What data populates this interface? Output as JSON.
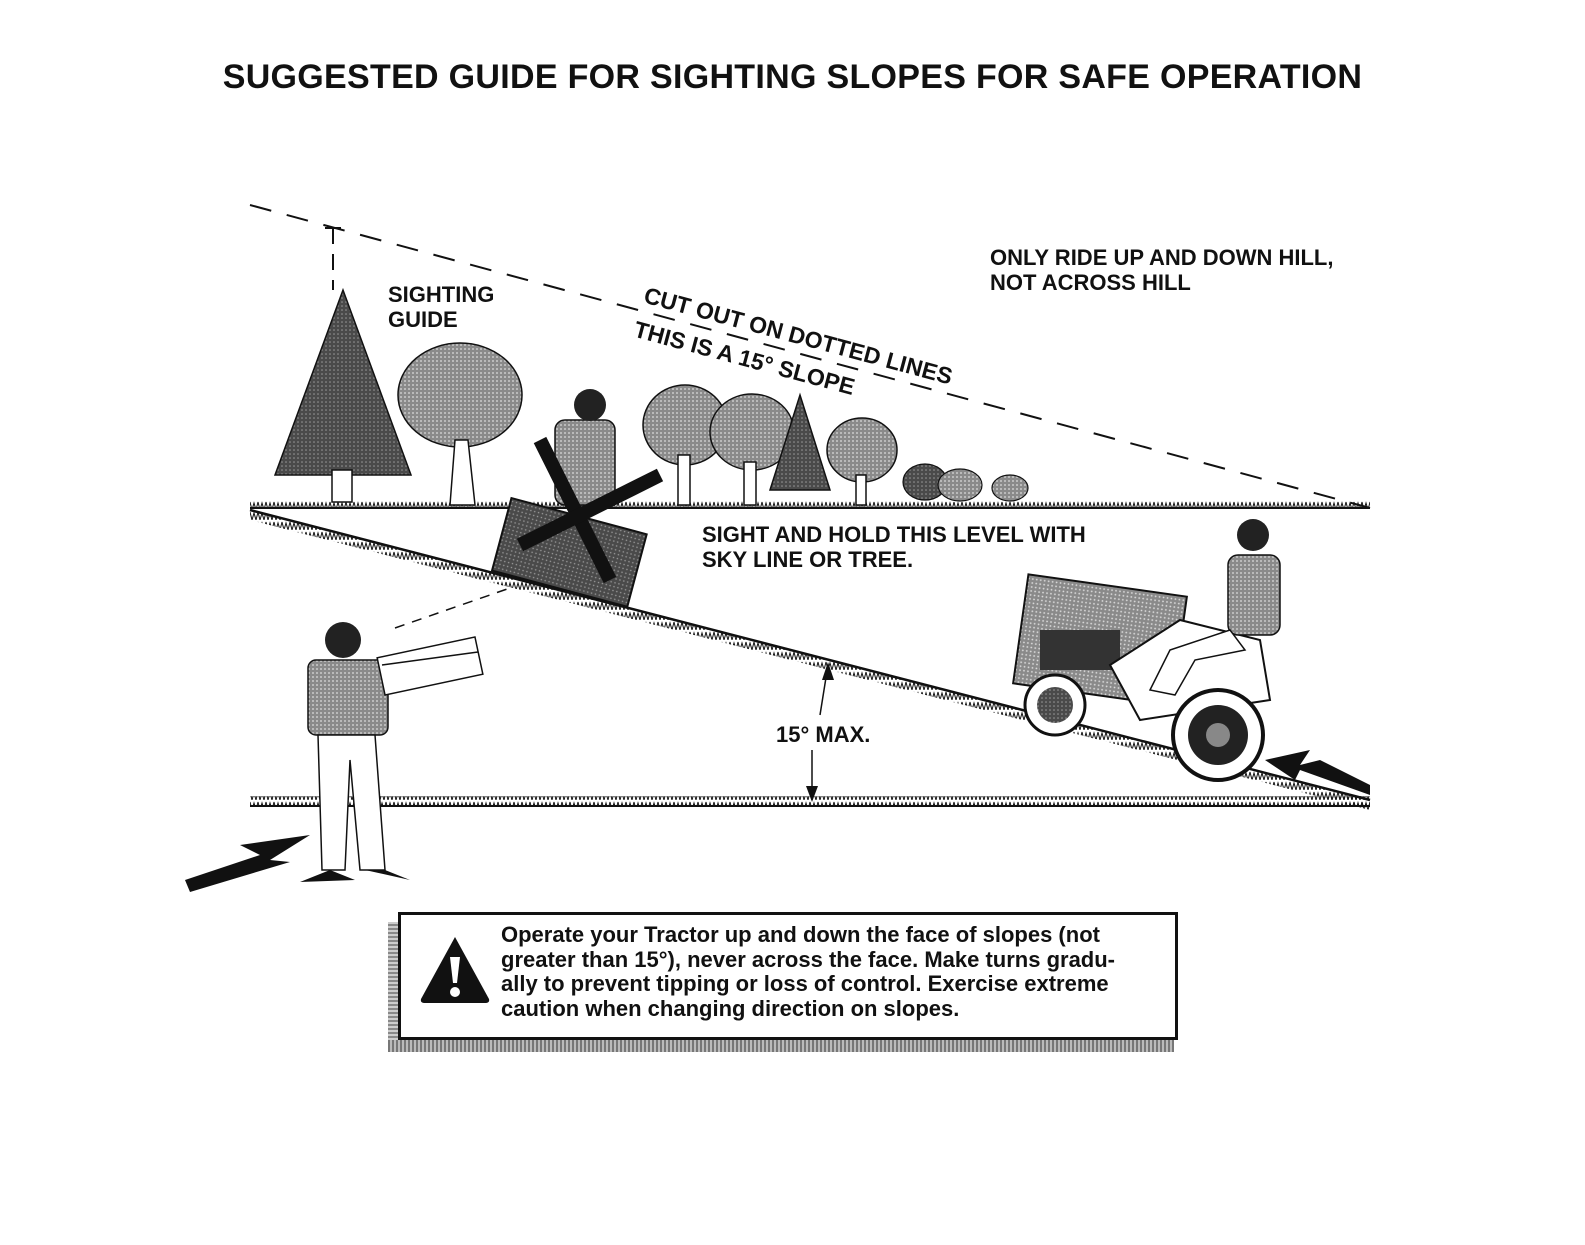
{
  "title": "SUGGESTED GUIDE FOR SIGHTING SLOPES FOR SAFE OPERATION",
  "labels": {
    "sighting_guide_line1": "SIGHTING",
    "sighting_guide_line2": "GUIDE",
    "cut_out": "CUT OUT ON DOTTED LINES",
    "slope": "THIS IS A 15° SLOPE",
    "ride_line1": "ONLY RIDE UP AND DOWN HILL,",
    "ride_line2": "NOT ACROSS HILL",
    "sight_line1": "SIGHT AND HOLD THIS LEVEL WITH",
    "sight_line2": "SKY LINE OR TREE.",
    "max": "15° MAX."
  },
  "warning": {
    "icon": "warning-triangle-icon",
    "lines": [
      "Operate your Tractor up and down the face of slopes (not",
      "greater than 15°), never across the face. Make turns gradu-",
      "ally to prevent tipping or loss of control. Exercise extreme",
      "caution when changing direction on slopes."
    ]
  },
  "colors": {
    "ink": "#111111",
    "foliage": "#6a6a6a",
    "shirt": "#7a7a7a",
    "background": "#ffffff"
  }
}
